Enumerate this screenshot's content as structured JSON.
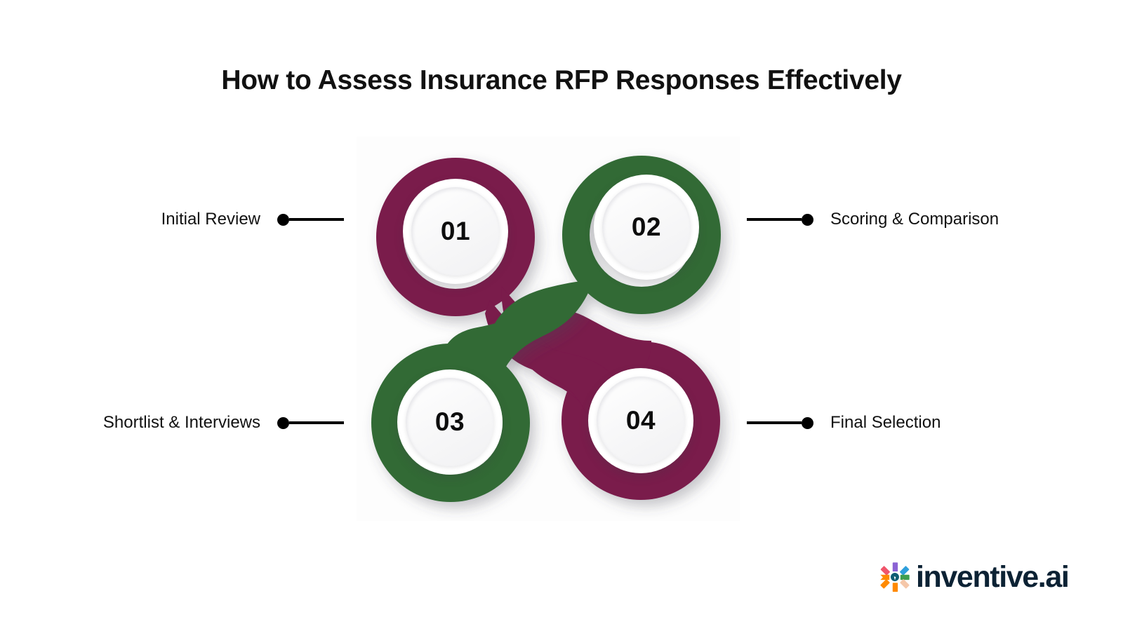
{
  "page": {
    "title": "How to Assess Insurance RFP Responses Effectively",
    "background_color": "#ffffff"
  },
  "colors": {
    "maroon": "#7a1a4c",
    "green": "#316b36",
    "text": "#111111",
    "disc_face": "#ffffff",
    "logo_text": "#0c2234"
  },
  "diagram": {
    "type": "pinwheel-4-step",
    "steps": [
      {
        "number": "01",
        "label": "Initial Review",
        "color": "#7a1a4c",
        "position": "top-left"
      },
      {
        "number": "02",
        "label": "Scoring & Comparison",
        "color": "#316b36",
        "position": "top-right"
      },
      {
        "number": "03",
        "label": "Shortlist & Interviews",
        "color": "#316b36",
        "position": "bottom-left"
      },
      {
        "number": "04",
        "label": "Final Selection",
        "color": "#7a1a4c",
        "position": "bottom-right"
      }
    ]
  },
  "logo": {
    "text": "inventive.ai",
    "mark_name": "inventive-starburst-icon",
    "mark_colors": [
      "#f0556b",
      "#8b63d4",
      "#2e9fdc",
      "#ff8a00",
      "#3f9e4f",
      "#0d5c73",
      "#f5c7a9",
      "#ff8a00"
    ]
  }
}
